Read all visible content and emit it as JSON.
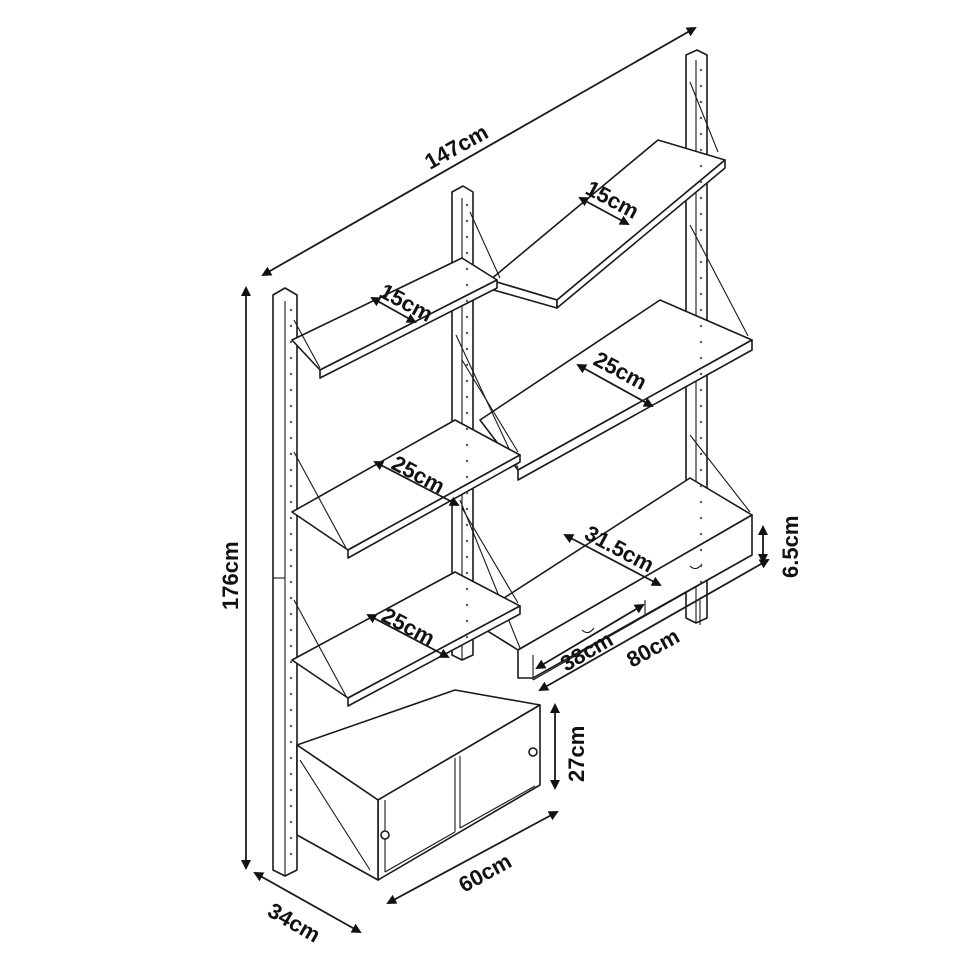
{
  "dimensions": {
    "total_width": "147cm",
    "total_height": "176cm",
    "depth": "34cm",
    "top_shelf_left": "15cm",
    "top_shelf_right": "15cm",
    "mid_shelf_left": "25cm",
    "mid_shelf_right": "25cm",
    "low_shelf_left": "25cm",
    "desk_depth": "31.5cm",
    "drawer_height": "6.5cm",
    "drawer_width": "38cm",
    "desk_width": "80cm",
    "cabinet_height": "27cm",
    "cabinet_width": "60cm"
  }
}
